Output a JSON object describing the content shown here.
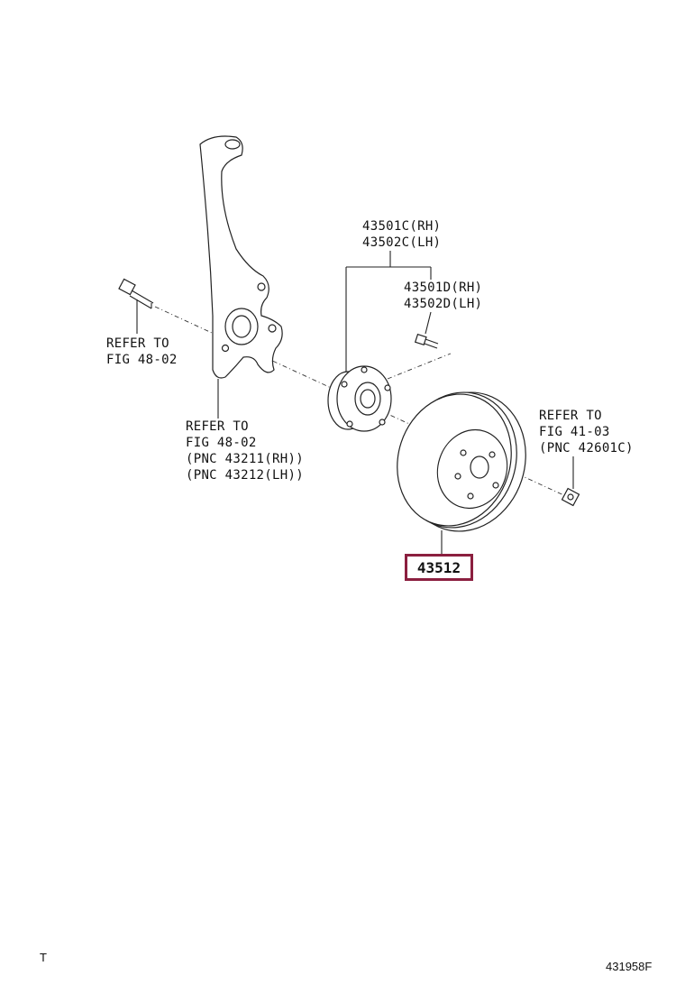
{
  "labels": {
    "hub_rh": "43501C(RH)",
    "hub_lh": "43502C(LH)",
    "bolt_rh": "43501D(RH)",
    "bolt_lh": "43502D(LH)",
    "refer_bolt_1": "REFER TO",
    "refer_bolt_2": "FIG 48-02",
    "refer_knuckle_1": "REFER TO",
    "refer_knuckle_2": "FIG 48-02",
    "refer_knuckle_3": "(PNC 43211(RH))",
    "refer_knuckle_4": "(PNC 43212(LH))",
    "refer_nut_1": "REFER TO",
    "refer_nut_2": "FIG 41-03",
    "refer_nut_3": "(PNC 42601C)",
    "disc_part": "43512"
  },
  "footer": {
    "left_mark": "T",
    "figure_id": "431958F"
  },
  "colors": {
    "highlight_border": "#8b1f3f",
    "line": "#222222"
  }
}
